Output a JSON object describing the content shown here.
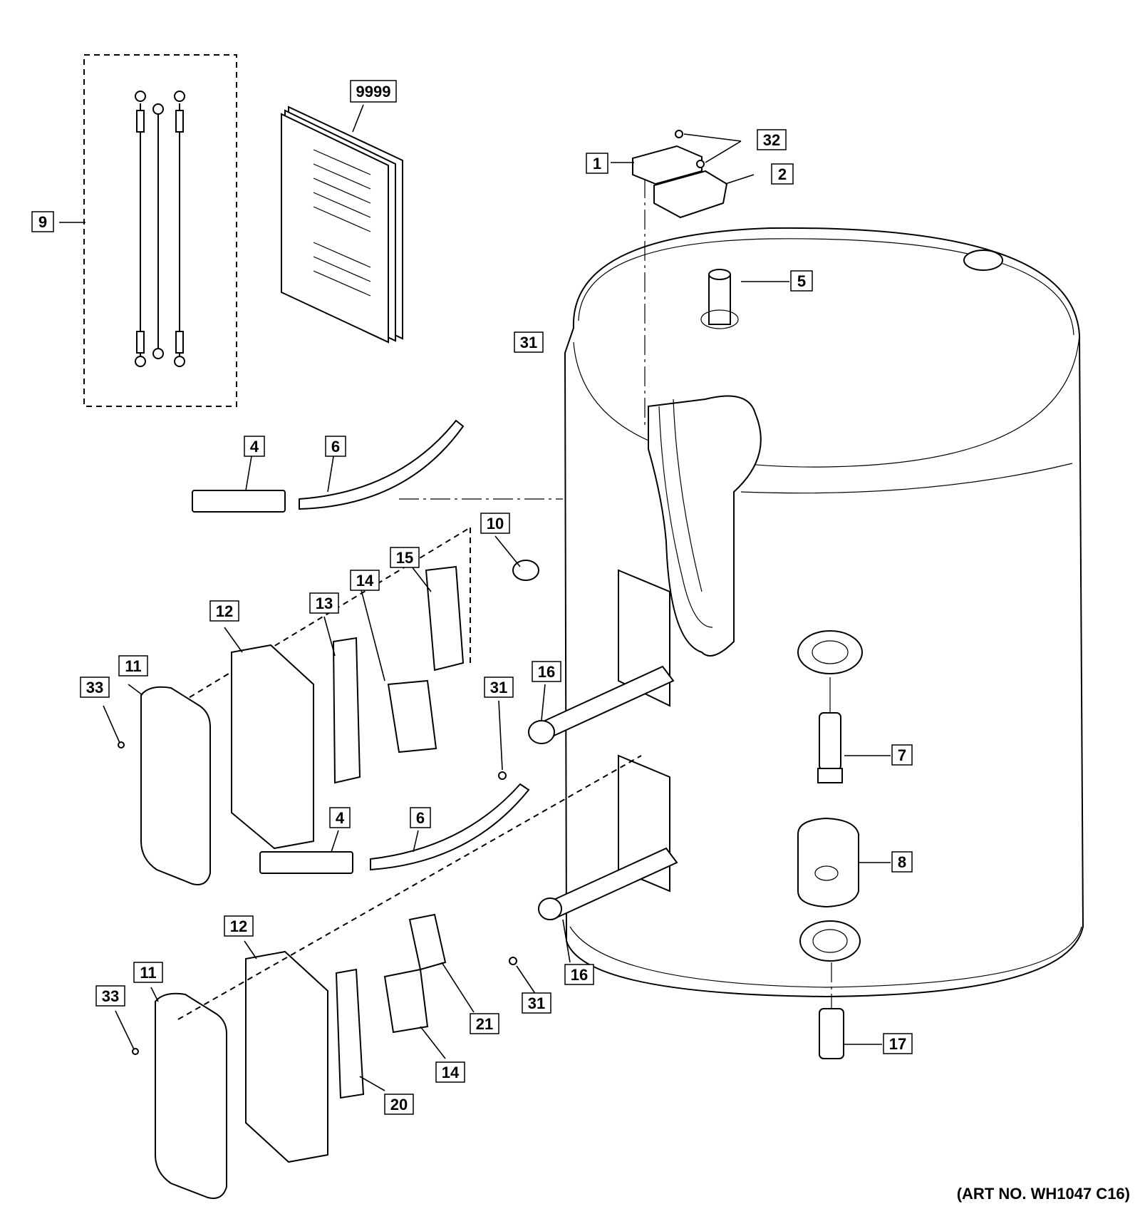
{
  "art_number": "(ART NO. WH1047 C16)",
  "callouts": {
    "c1": "1",
    "c2": "2",
    "c4a": "4",
    "c4b": "4",
    "c5": "5",
    "c6a": "6",
    "c6b": "6",
    "c7": "7",
    "c8": "8",
    "c9": "9",
    "c10": "10",
    "c11a": "11",
    "c11b": "11",
    "c12a": "12",
    "c12b": "12",
    "c13": "13",
    "c14a": "14",
    "c14b": "14",
    "c15": "15",
    "c16a": "16",
    "c16b": "16",
    "c17": "17",
    "c20": "20",
    "c21": "21",
    "c31a": "31",
    "c31b": "31",
    "c31c": "31",
    "c32": "32",
    "c33a": "33",
    "c33b": "33",
    "c9999": "9999"
  }
}
